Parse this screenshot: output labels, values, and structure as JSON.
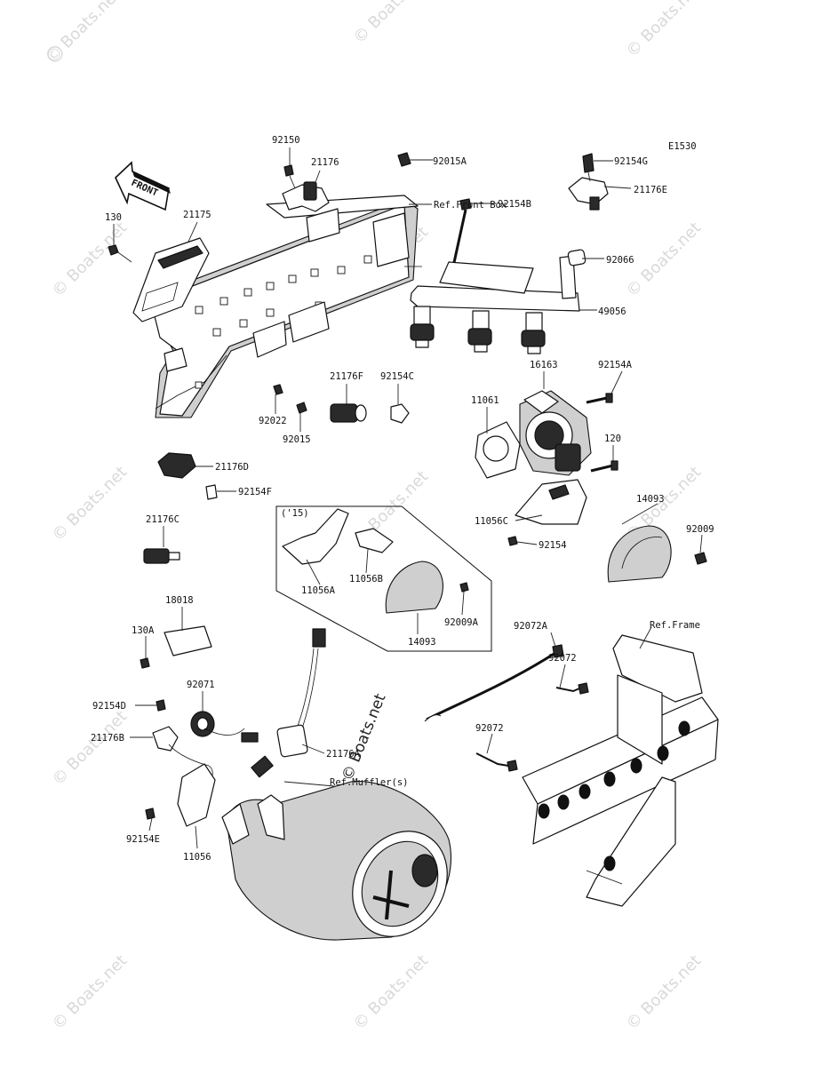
{
  "diagram_code": "E1530",
  "front_arrow": "FRONT",
  "watermark": "© Boats.net",
  "center_watermark": "© Boats.net",
  "references": {
    "front_box": "Ref.Front Box",
    "frame": "Ref.Frame",
    "muffler": "Ref.Muffler(s)"
  },
  "inset_label": "('15)",
  "part_labels": {
    "p92150": "92150",
    "p21176": "21176",
    "p92015A": "92015A",
    "p92154G": "92154G",
    "p21176E": "21176E",
    "p130": "130",
    "p21175": "21175",
    "p92154B": "92154B",
    "p92066": "92066",
    "p49056": "49056",
    "p16163": "16163",
    "p92154A": "92154A",
    "p21176F": "21176F",
    "p92154C": "92154C",
    "p11061": "11061",
    "p92022": "92022",
    "p92015": "92015",
    "p120": "120",
    "p21176D": "21176D",
    "p92154F": "92154F",
    "p14093": "14093",
    "p11056C": "11056C",
    "p92009": "92009",
    "p92154": "92154",
    "p21176C": "21176C",
    "p11056A": "11056A",
    "p11056B": "11056B",
    "p14093b": "14093",
    "p92009A": "92009A",
    "p18018": "18018",
    "p130A": "130A",
    "p92072A": "92072A",
    "p92072": "92072",
    "p92072b": "92072",
    "p92071": "92071",
    "p92154D": "92154D",
    "p21176B": "21176B",
    "p21176A": "21176A",
    "p92154E": "92154E",
    "p11056": "11056"
  }
}
